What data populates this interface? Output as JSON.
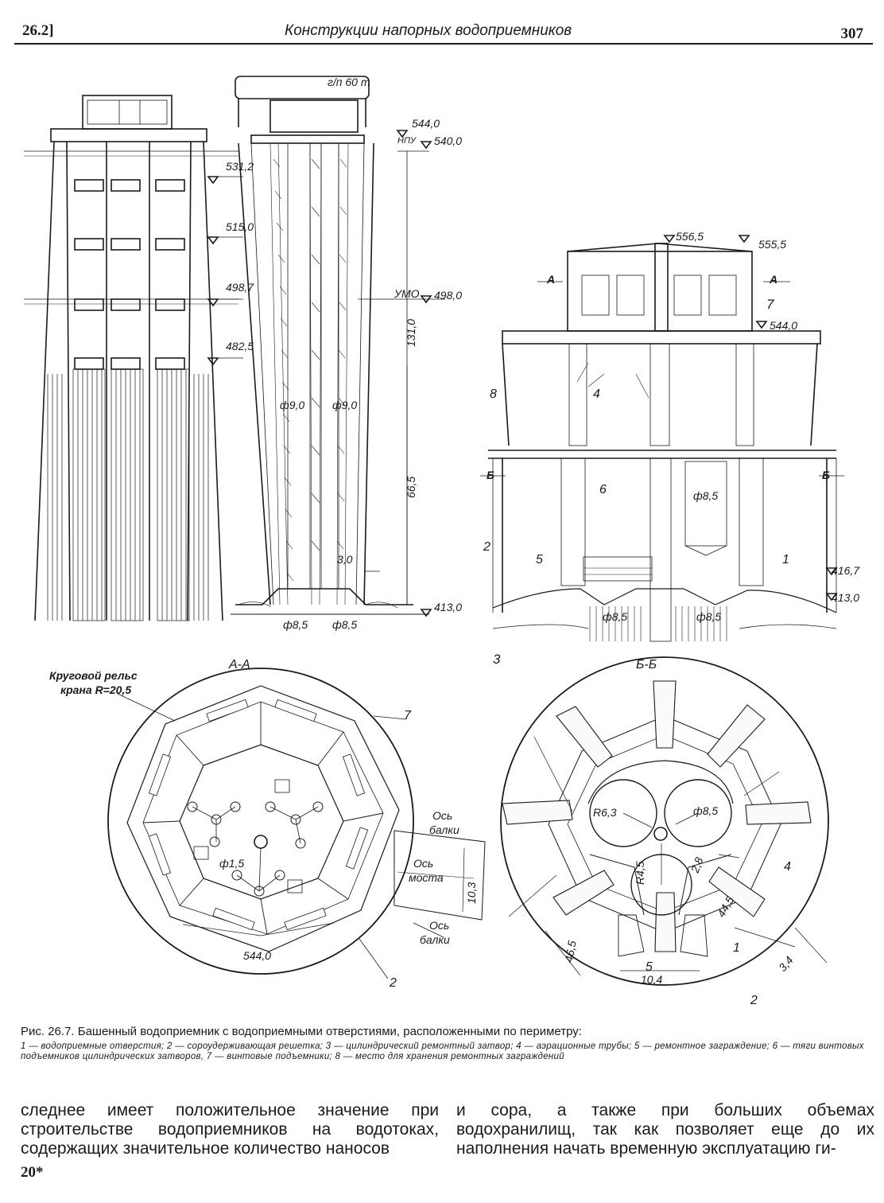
{
  "header": {
    "section": "26.2]",
    "title": "Конструкции напорных водоприемников",
    "page": "307"
  },
  "figure": {
    "elevations_left": [
      "531,2",
      "515,0",
      "498,7",
      "482,5"
    ],
    "elevations_right": [
      "544,0",
      "540,0",
      "498,0",
      "413,0"
    ],
    "level_labels": [
      "НПУ",
      "УМО"
    ],
    "crane_label": "г/п 60 т",
    "dims_left": [
      "131,0",
      "66,5",
      "3,0"
    ],
    "diameters_left": [
      "ф9,0",
      "ф9,0",
      "ф8,5",
      "ф8,5"
    ],
    "section_marks": [
      "А",
      "А",
      "Б",
      "Б"
    ],
    "elevations_mid": [
      "556,5",
      "555,5",
      "544,0",
      "416,7",
      "413,0"
    ],
    "diameters_mid": [
      "ф8,5",
      "ф8,5",
      "ф8,5"
    ],
    "callouts_mid": [
      "7",
      "8",
      "4",
      "6",
      "2",
      "5",
      "1",
      "3"
    ],
    "section_aa_title": "А-А",
    "section_bb_title": "Б-Б",
    "rail_label_1": "Круговой рельс",
    "rail_label_2": "крана R=20,5",
    "aa_labels": {
      "beam_axis_1a": "Ось",
      "beam_axis_1b": "балки",
      "bridge_axis_a": "Ось",
      "bridge_axis_b": "моста",
      "width": "10,3",
      "beam_axis_2a": "Ось",
      "beam_axis_2b": "балки",
      "elev": "544,0",
      "diam": "ф1,5",
      "callout_7": "7",
      "callout_2": "2"
    },
    "bb_labels": {
      "r1": "R6,3",
      "d1": "ф8,5",
      "r2": "R4,5",
      "r3": "2,8",
      "d2": "44,5",
      "d3": "46,5",
      "d4": "3,4",
      "w": "10,4",
      "c4": "4",
      "c1": "1",
      "c5": "5",
      "c2": "2"
    }
  },
  "caption": {
    "main": "Рис. 26.7. Башенный водоприемник с водоприемными отверстиями, расположенными по периметру:",
    "legend": "1 — водоприемные отверстия; 2 — сороудерживающая решетка; 3 — цилиндрический ремонтный затвор; 4 — аэрационные трубы; 5 — ремонтное заграждение; 6 — тяги винтовых подъемников цилиндрических затворов, 7 — винтовые подъемники; 8 — место для хранения ремонтных заграждений"
  },
  "body": {
    "col1": "следнее имеет положительное значение при строительстве водоприемников на водотоках, содержащих значительное количество наносов",
    "col2": "и сора, а также при больших объемах водохранилищ, так как позволяет еще до их наполнения начать временную эксплуатацию ги-",
    "signature": "20*"
  }
}
